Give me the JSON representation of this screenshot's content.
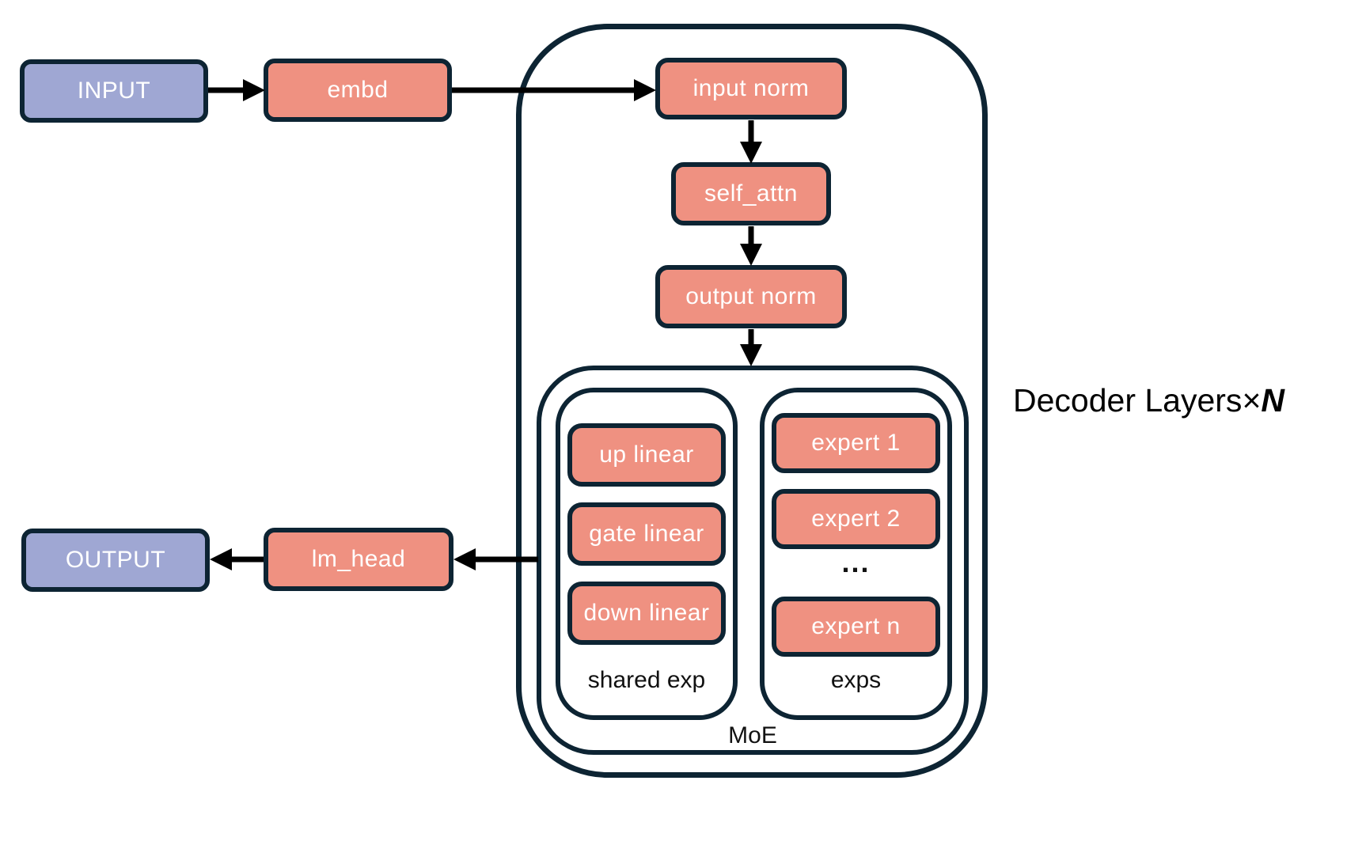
{
  "diagram": {
    "title_meaning": "MoE decoder architecture flow",
    "input": {
      "label": "INPUT"
    },
    "embd": {
      "label": "embd"
    },
    "decoder": {
      "label_prefix": "Decoder Layers",
      "times_symbol": "×",
      "layer_count_symbol": "N",
      "input_norm": {
        "label": "input norm"
      },
      "self_attn": {
        "label": "self_attn"
      },
      "output_norm": {
        "label": "output norm"
      },
      "moe": {
        "label": "MoE",
        "shared_exp": {
          "label": "shared exp",
          "blocks": [
            "up linear",
            "gate linear",
            "down linear"
          ]
        },
        "exps": {
          "label": "exps",
          "experts": [
            "expert 1",
            "expert 2",
            "expert n"
          ],
          "ellipsis": "..."
        }
      }
    },
    "lm_head": {
      "label": "lm_head"
    },
    "output": {
      "label": "OUTPUT"
    }
  },
  "colors": {
    "module_fill": "#ef9181",
    "io_fill": "#9fa7d3",
    "outline": "#0d2433",
    "arrow": "#000000",
    "background": "#ffffff",
    "box_text": "#ffffff",
    "caption_text": "#111111"
  }
}
